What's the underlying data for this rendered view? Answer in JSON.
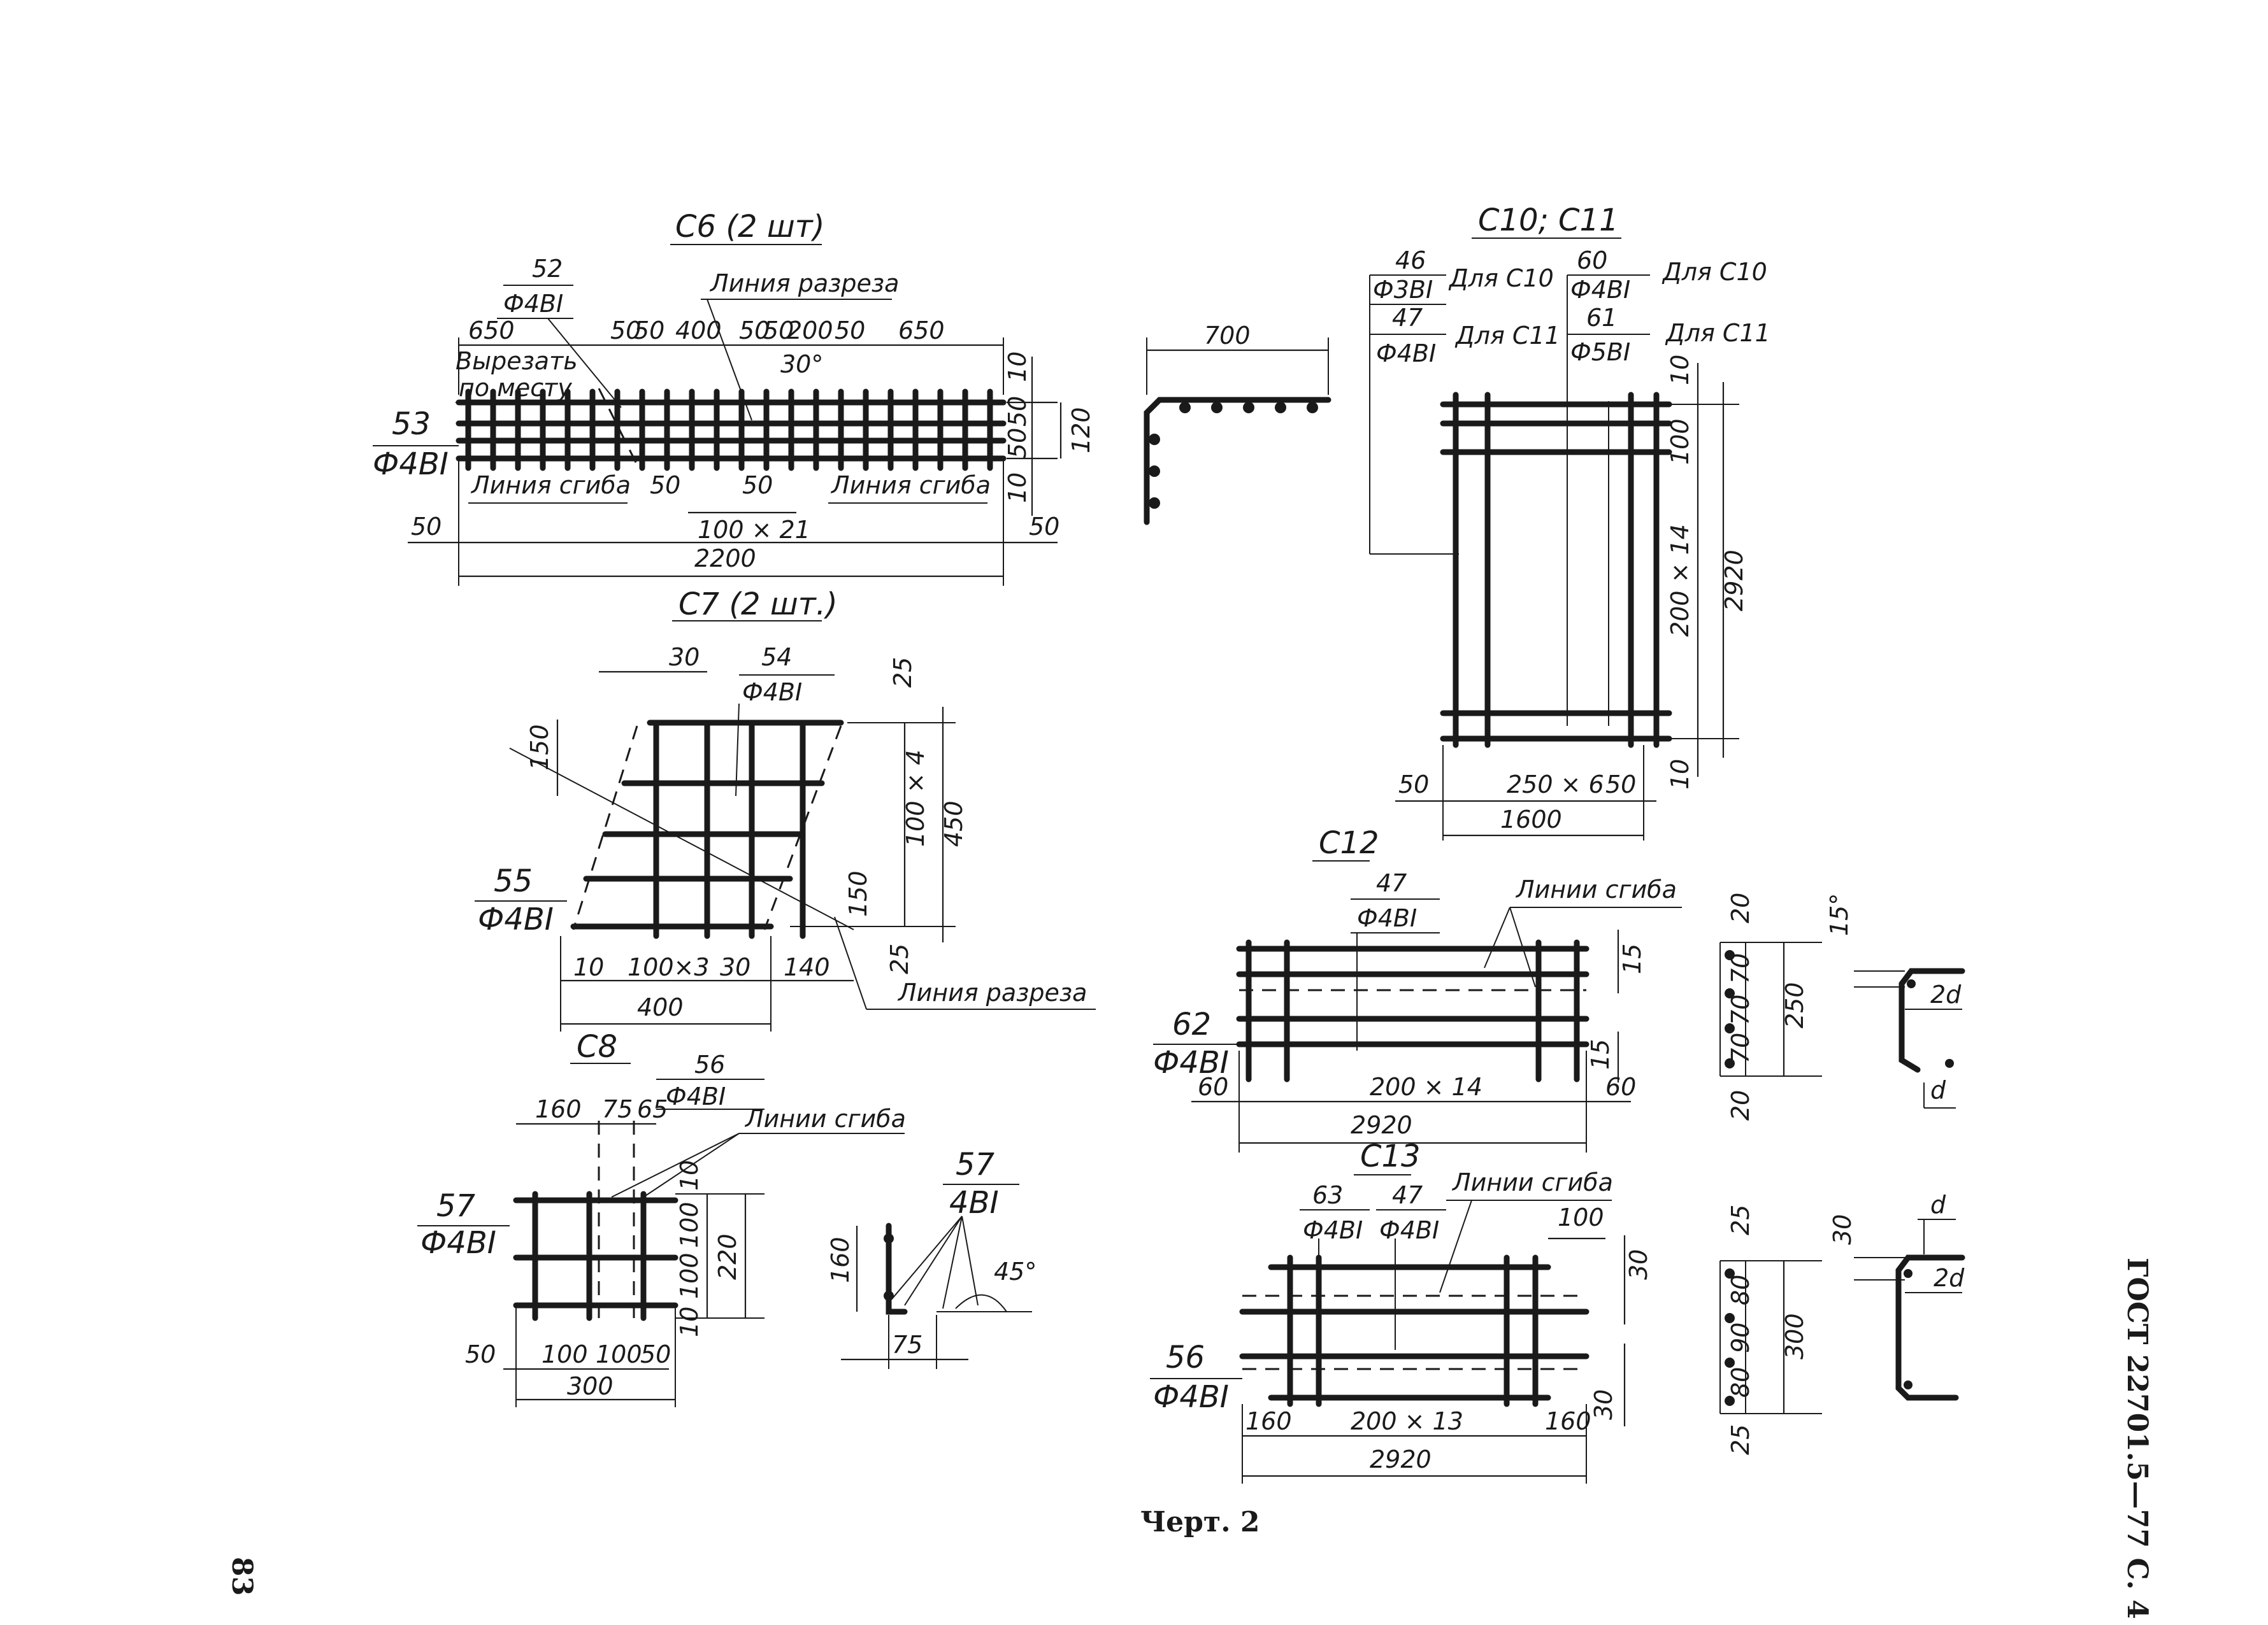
{
  "page": {
    "page_number": "83",
    "standard": "ГОСТ 22701.5—77  С. 4",
    "caption": "Черт. 2"
  },
  "c6": {
    "title": "С6 (2 шт)",
    "pos_top": "52",
    "pos_top_bar": "Ф4ВI",
    "pos_left": "53",
    "pos_left_bar": "Ф4ВI",
    "cut_line": "Линия разреза",
    "cut_note_1": "Вырезать",
    "cut_note_2": "по месту",
    "bend_left": "Линия сгиба",
    "bend_right": "Линия сгиба",
    "top_dims": [
      "650",
      "50",
      "50",
      "400",
      "50",
      "50",
      "200",
      "50",
      "650"
    ],
    "angle": "30°",
    "right_dims": [
      "10",
      "50",
      "50",
      "120",
      "10"
    ],
    "bottom_50a": "50",
    "bottom_50b": "50",
    "pitch": "100 × 21",
    "end_left": "50",
    "end_right": "50",
    "overall": "2200"
  },
  "angle_detail": {
    "length": "700"
  },
  "c7": {
    "title": "С7 (2 шт.)",
    "dim_30": "30",
    "pos_top": "54",
    "pos_top_bar": "Ф4ВI",
    "dim_25_top": "25",
    "dim_150_left": "150",
    "pitch_v": "100 × 4",
    "height": "450",
    "dim_150_right": "150",
    "pos_left": "55",
    "pos_left_bar": "Ф4ВI",
    "dim_25_bot": "25",
    "bottom_dims": [
      "10",
      "100×3",
      "30",
      "140"
    ],
    "width": "400",
    "cut_line": "Линия разреза"
  },
  "c8": {
    "title": "С8",
    "pos_top": "56",
    "pos_top_bar": "Ф4ВI",
    "top_dims": [
      "160",
      "75",
      "65"
    ],
    "bend": "Линии сгиба",
    "pos_left": "57",
    "pos_left_bar": "Ф4ВI",
    "right_dims": [
      "10",
      "100",
      "100",
      "10"
    ],
    "height": "220",
    "bottom_dims": [
      "50",
      "100",
      "100",
      "50"
    ],
    "width": "300"
  },
  "c8_detail": {
    "pos": "57",
    "bar": "4ВI",
    "height": "160",
    "width": "75",
    "angle": "45°"
  },
  "c10": {
    "title": "С10; С11",
    "a_pos": "46",
    "a_bar": "Ф3ВI",
    "a_note": "Для С10",
    "b_pos": "47",
    "b_bar": "Ф4ВI",
    "b_note": "Для С11",
    "c_pos": "60",
    "c_bar": "Ф4ВI",
    "c_note": "Для С10",
    "d_pos": "61",
    "d_bar": "Ф5ВI",
    "d_note": "Для С11",
    "right_dims": [
      "10",
      "100",
      "200 × 14",
      "10"
    ],
    "height": "2920",
    "bottom_dims": [
      "50",
      "250 × 6",
      "50"
    ],
    "width": "1600"
  },
  "c12": {
    "title": "С12",
    "pos_top": "47",
    "pos_top_bar": "Ф4ВI",
    "bend": "Линии сгиба",
    "pos_left": "62",
    "pos_left_bar": "Ф4ВI",
    "dim_15_top": "15",
    "dim_15_bot": "15",
    "end_left": "60",
    "pitch": "200 × 14",
    "end_right": "60",
    "overall": "2920"
  },
  "c12_section": {
    "dims": [
      "20",
      "70",
      "70",
      "70",
      "20"
    ],
    "height": "250",
    "angle": "15°",
    "bend_r": "2d",
    "d": "d"
  },
  "c13": {
    "title": "С13",
    "pos_a": "63",
    "pos_a_bar": "Ф4ВI",
    "pos_b": "47",
    "pos_b_bar": "Ф4ВI",
    "bend": "Линии сгиба",
    "dim_100": "100",
    "dim_30_top": "30",
    "dim_30_bot": "30",
    "pos_left": "56",
    "pos_left_bar": "Ф4ВI",
    "end_left": "160",
    "pitch": "200 × 13",
    "end_right": "160",
    "overall": "2920"
  },
  "c13_section": {
    "dims": [
      "25",
      "80",
      "90",
      "80",
      "25"
    ],
    "height": "300",
    "dim_30": "30",
    "bend_r": "2d",
    "d": "d"
  }
}
